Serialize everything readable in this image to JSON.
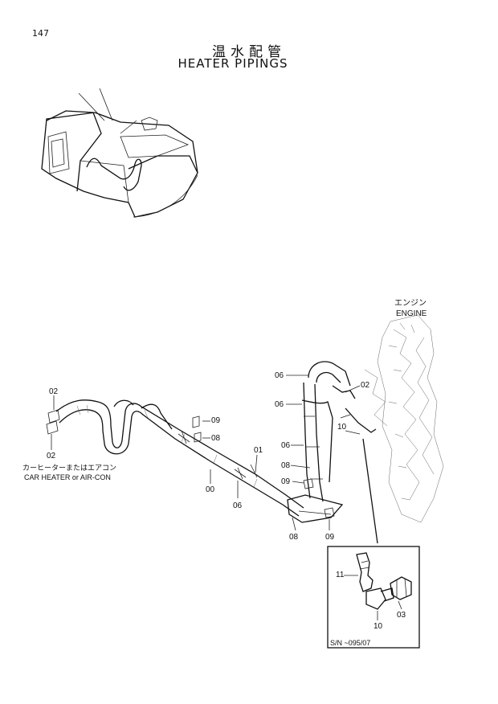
{
  "page_number": "147",
  "title_jp": "温水配管",
  "title_en": "HEATER PIPINGS",
  "engine_label_jp": "エンジン",
  "engine_label_en": "ENGINE",
  "caption_jp": "カーヒーターまたはエアコン",
  "caption_en": "CAR HEATER or AIR-CON",
  "serial_note": "S/N ~095/07",
  "part_labels": {
    "p02_a": "02",
    "p02_b": "02",
    "p02_c": "02",
    "p09_a": "09",
    "p08_a": "08",
    "p01": "01",
    "p00": "00",
    "p06_a": "06",
    "p06_b": "06",
    "p06_c": "06",
    "p06_d": "06",
    "p08_b": "08",
    "p09_b": "09",
    "p08_c": "08",
    "p09_c": "09",
    "p10_a": "10",
    "p11": "11",
    "p10_b": "10",
    "p03": "03"
  }
}
